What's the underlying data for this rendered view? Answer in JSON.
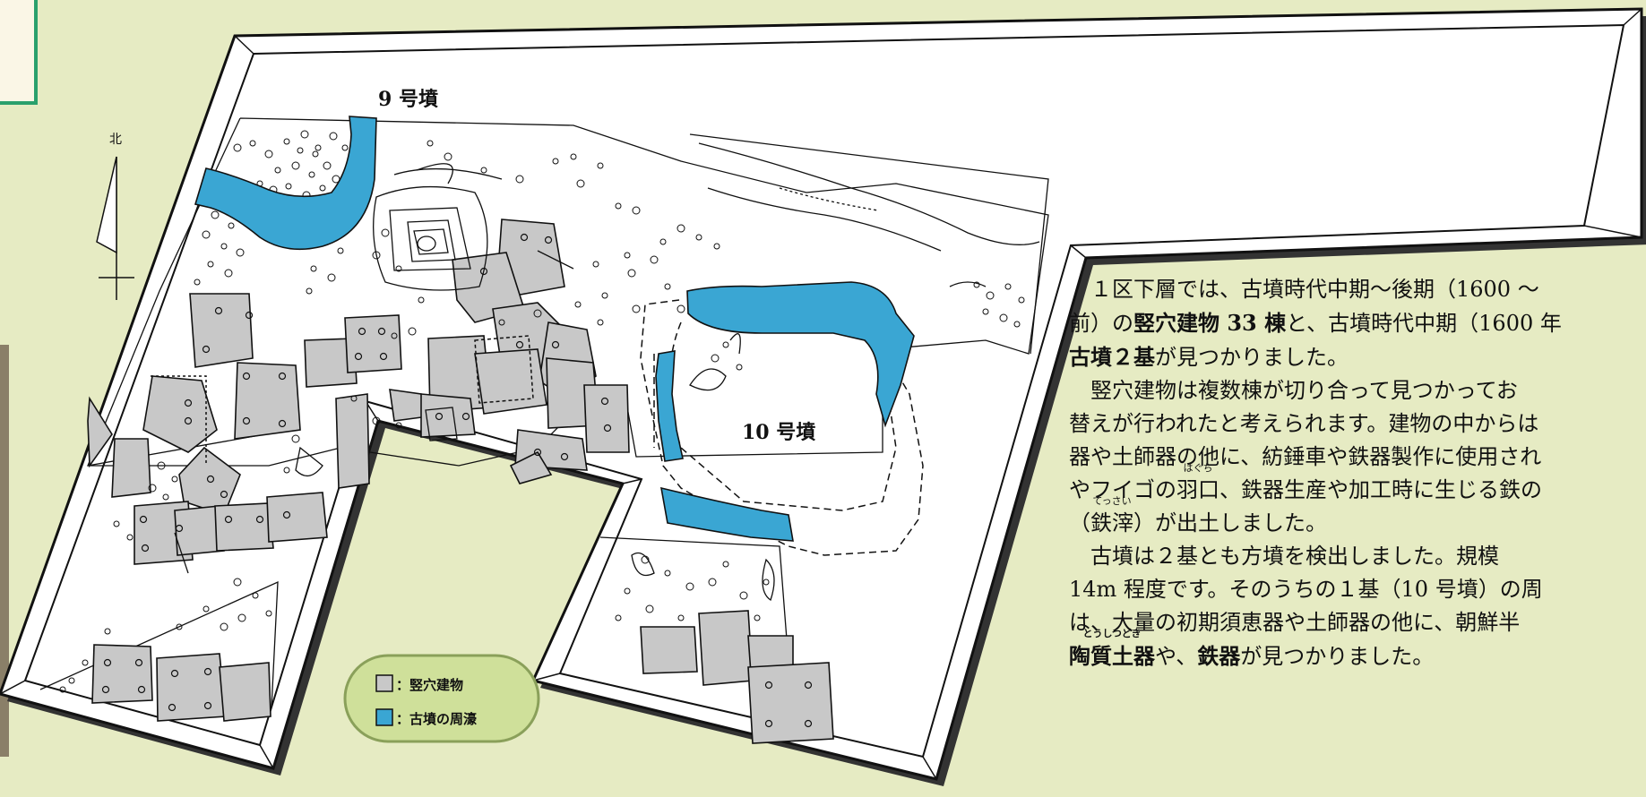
{
  "labels": {
    "kofun9": "9 号墳",
    "kofun10": "10 号墳",
    "north": "北"
  },
  "legend": {
    "pit_dwelling": "：竪穴建物",
    "moat": "：古墳の周濠"
  },
  "colors": {
    "background": "#e6ebc3",
    "moat": "#3aa6d3",
    "building": "#c8c8c8",
    "legend_fill": "#cfe09a",
    "legend_stroke": "#8aa05a",
    "accent_green": "#2aa06c"
  },
  "text": {
    "p1_a": "１区下層では、古墳時代中期～後期（1600 ～",
    "p1_b": "前）の",
    "p1_b_bold": "竪穴建物 33 棟",
    "p1_c": "と、古墳時代中期（1600 年",
    "p1_d_bold": "古墳２基",
    "p1_d": "が見つかりました。",
    "p2_a": "竪穴建物は複数棟が切り合って見つかってお",
    "p2_b": "替えが行われたと考えられます。建物の中からは",
    "p2_c": "器や土師器の他に、紡錘車や鉄器製作に使用され",
    "p2_d1": "やフイゴの",
    "p2_d_ruby_base": "羽口",
    "p2_d_ruby_text": "はぐち",
    "p2_d2": "、鉄器生産や加工時に生じる鉄の",
    "p2_e1": "（",
    "p2_e_ruby_base": "鉄滓",
    "p2_e_ruby_text": "てっさい",
    "p2_e2": "）が出土しました。",
    "p3_a": "古墳は２基とも方墳を検出しました。規模",
    "p3_b": "14m 程度です。そのうちの１基（10 号墳）の周",
    "p3_c": "は、大量の初期須恵器や土師器の他に、朝鮮半",
    "p3_d_ruby_base": "陶質土器",
    "p3_d_ruby_text": "とうしつどき",
    "p3_d1": "や、",
    "p3_d_bold": "鉄器",
    "p3_d2": "が見つかりました。"
  }
}
